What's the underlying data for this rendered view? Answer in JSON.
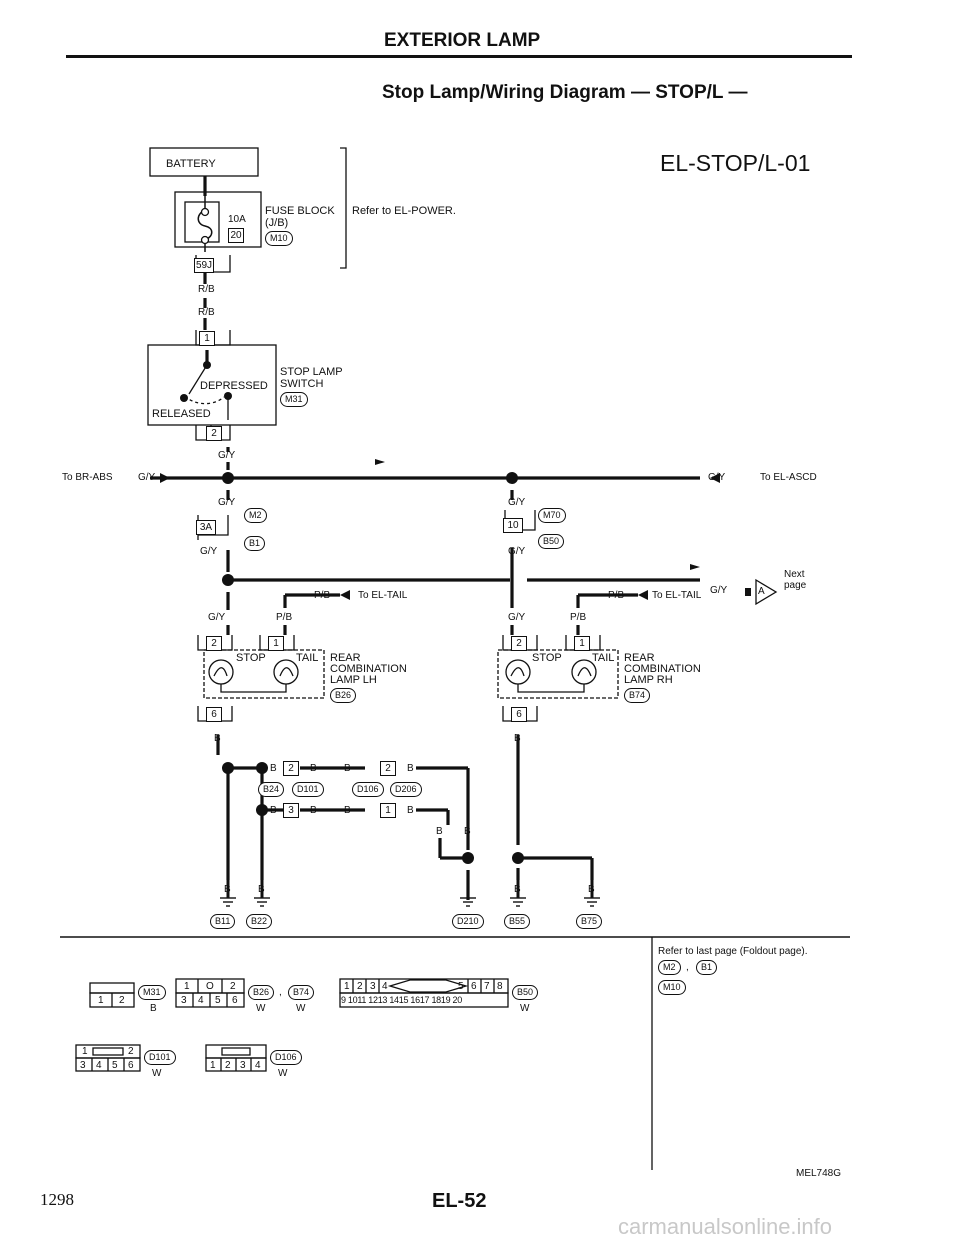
{
  "header": {
    "section": "EXTERIOR LAMP",
    "subtitle": "Stop Lamp/Wiring Diagram — STOP/L —",
    "diagram_code": "EL-STOP/L-01"
  },
  "power": {
    "battery": "BATTERY",
    "fuse_rating": "10A",
    "fuse_number": "20",
    "fuse_block_line1": "FUSE BLOCK",
    "fuse_block_line2": "(J/B)",
    "fuse_conn": "M10",
    "refer": "Refer to EL-POWER.",
    "fuse_out_pin": "59J",
    "wire_rb1": "R/B",
    "wire_rb2": "R/B"
  },
  "switch": {
    "pin_in": "1",
    "pin_out": "2",
    "depressed": "DEPRESSED",
    "released": "RELEASED",
    "name_line1": "STOP LAMP",
    "name_line2": "SWITCH",
    "conn": "M31",
    "wire_gy": "G/Y"
  },
  "bus": {
    "left_dest": "To BR-ABS",
    "left_wire": "G/Y",
    "right_wire": "G/Y",
    "right_dest": "To EL-ASCD"
  },
  "left_branch": {
    "wire_top": "G/Y",
    "pin": "3A",
    "conn_top": "M2",
    "conn_bot": "B1",
    "wire_bot": "G/Y"
  },
  "right_branch": {
    "wire_top": "G/Y",
    "pin": "10",
    "conn_top": "M70",
    "conn_bot": "B50",
    "wire_bot": "G/Y"
  },
  "next_page": {
    "wire": "G/Y",
    "label": "A",
    "text_line1": "Next",
    "text_line2": "page"
  },
  "lamp_lh": {
    "tail_wire": "P/B",
    "tail_dest": "To EL-TAIL",
    "wire_stop": "G/Y",
    "wire_tail": "P/B",
    "pin_stop": "2",
    "pin_tail": "1",
    "stop": "STOP",
    "tail": "TAIL",
    "name_line1": "REAR",
    "name_line2": "COMBINATION",
    "name_line3": "LAMP LH",
    "conn": "B26",
    "pin_gnd": "6",
    "wire_gnd": "B"
  },
  "lamp_rh": {
    "tail_wire": "P/B",
    "tail_dest": "To EL-TAIL",
    "wire_stop": "G/Y",
    "wire_tail": "P/B",
    "pin_stop": "2",
    "pin_tail": "1",
    "stop": "STOP",
    "tail": "TAIL",
    "name_line1": "REAR",
    "name_line2": "COMBINATION",
    "name_line3": "LAMP RH",
    "conn": "B74",
    "pin_gnd": "6",
    "wire_gnd": "B"
  },
  "grounds": {
    "wire_b": "B",
    "pin_2a": "2",
    "pin_2b": "2",
    "pin_3": "3",
    "pin_1": "1",
    "conn_b24": "B24",
    "conn_d101": "D101",
    "conn_d106": "D106",
    "conn_d206": "D206",
    "g_b11": "B11",
    "g_b22": "B22",
    "g_d210": "D210",
    "g_b55": "B55",
    "g_b75": "B75"
  },
  "connectors": {
    "m31_pins": [
      "1",
      "2"
    ],
    "m31": "M31",
    "m31_color": "B",
    "b26_top": [
      "1",
      "O",
      "2"
    ],
    "b26_bot": [
      "3",
      "4",
      "5",
      "6"
    ],
    "b26": "B26",
    "b74": "B74",
    "b26_color": "W",
    "b74_color": "W",
    "b50_top": [
      "1",
      "2",
      "3",
      "4",
      "5",
      "6",
      "7",
      "8"
    ],
    "b50_bot": [
      "9",
      "10",
      "11",
      "12",
      "13",
      "14",
      "15",
      "16",
      "17",
      "18",
      "19",
      "20"
    ],
    "b50": "B50",
    "b50_color": "W",
    "d101_top": [
      "1",
      "2"
    ],
    "d101_bot": [
      "3",
      "4",
      "5",
      "6"
    ],
    "d101": "D101",
    "d101_color": "W",
    "d106_bot": [
      "1",
      "2",
      "3",
      "4"
    ],
    "d106": "D106",
    "d106_color": "W",
    "refer_text": "Refer to last page (Foldout page).",
    "refer_m2": "M2",
    "refer_b1": "B1",
    "refer_m10": "M10"
  },
  "footer": {
    "ref_code": "MEL748G",
    "page_left": "1298",
    "page_center": "EL-52",
    "watermark": "carmanualsonline.info"
  }
}
